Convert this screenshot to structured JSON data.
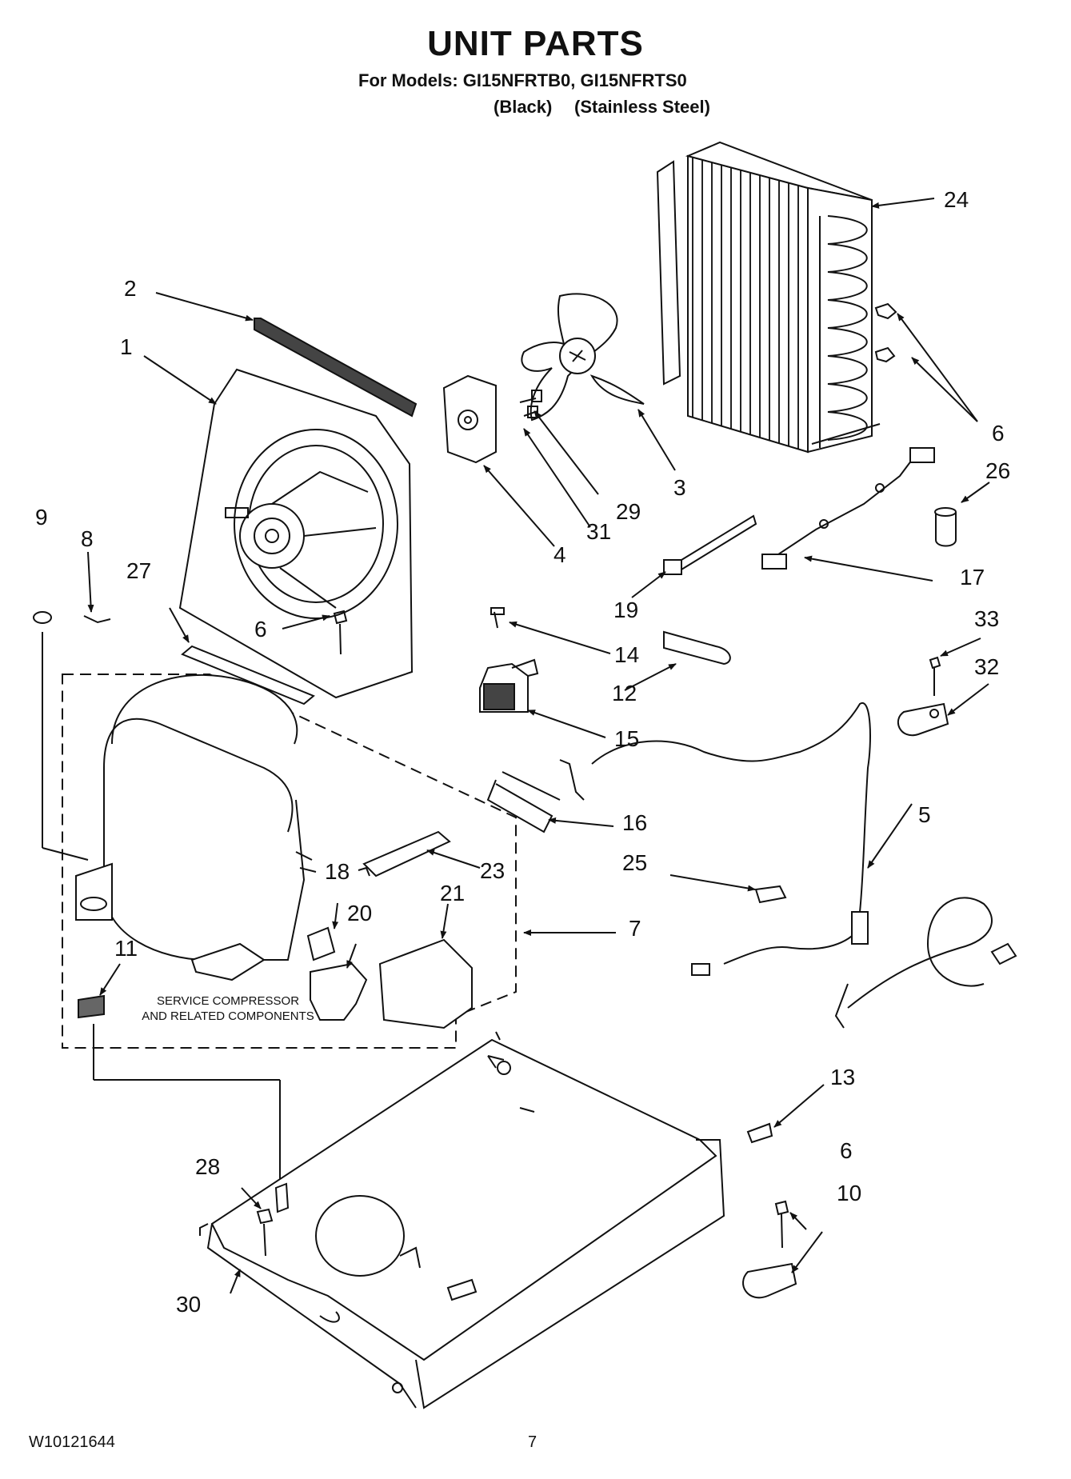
{
  "header": {
    "title": "UNIT PARTS",
    "models_line": "For Models: GI15NFRTB0, GI15NFRTS0",
    "variants": [
      "(Black)",
      "(Stainless Steel)"
    ]
  },
  "callouts": {
    "n1": "1",
    "n2": "2",
    "n3": "3",
    "n4": "4",
    "n5": "5",
    "n6a": "6",
    "n6b": "6",
    "n6c": "6",
    "n7": "7",
    "n8": "8",
    "n9": "9",
    "n10": "10",
    "n11": "11",
    "n12": "12",
    "n13": "13",
    "n14": "14",
    "n15": "15",
    "n16": "16",
    "n17": "17",
    "n18": "18",
    "n19": "19",
    "n20": "20",
    "n21": "21",
    "n23": "23",
    "n24": "24",
    "n25": "25",
    "n26": "26",
    "n27": "27",
    "n28": "28",
    "n29": "29",
    "n30": "30",
    "n31": "31",
    "n32": "32",
    "n33": "33"
  },
  "service_note": {
    "line1": "SERVICE COMPRESSOR",
    "line2": "AND RELATED COMPONENTS"
  },
  "footer": {
    "doc_number": "W10121644",
    "page_number": "7"
  }
}
